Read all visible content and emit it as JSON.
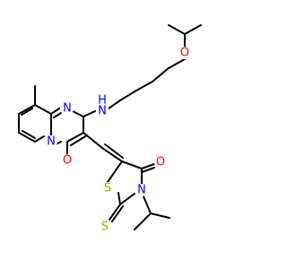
{
  "molecule": {
    "atom_labels": {
      "o_ether": "O",
      "nh": "H",
      "nh_n": "N",
      "n_ring_top": "N",
      "n_ring_bridge": "N",
      "o_carbonyl_left": "O",
      "s_ring": "S",
      "o_carbonyl_right": "O",
      "n_thiazolidine": "N",
      "s_thione": "S"
    },
    "colors": {
      "bond": "#000000",
      "oxygen": "#ff0000",
      "nitrogen": "#0000ff",
      "sulfur": "#b3a100"
    }
  }
}
